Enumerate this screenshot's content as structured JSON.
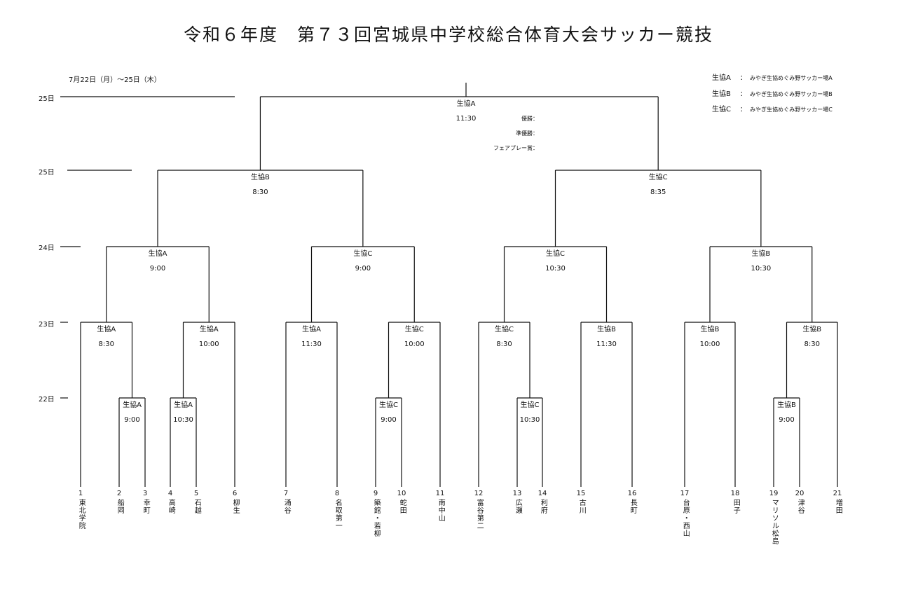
{
  "title": "令和６年度　第７３回宮城県中学校総合体育大会サッカー競技",
  "dates": "7月22日（月）～25日（木）",
  "venues": [
    {
      "code": "生協A",
      "sep": "：",
      "name": "みやぎ生協めぐみ野サッカー場A"
    },
    {
      "code": "生協B",
      "sep": "：",
      "name": "みやぎ生協めぐみ野サッカー場B"
    },
    {
      "code": "生協C",
      "sep": "：",
      "name": "みやぎ生協めぐみ野サッカー場C"
    }
  ],
  "day_labels": [
    "25日",
    "25日",
    "24日",
    "23日",
    "22日"
  ],
  "results_labels": [
    "優勝：",
    "準優勝：",
    "フェアプレー賞："
  ],
  "teams": [
    {
      "num": "1",
      "name": "東北学院"
    },
    {
      "num": "2",
      "name": "船岡"
    },
    {
      "num": "3",
      "name": "幸町"
    },
    {
      "num": "4",
      "name": "高崎"
    },
    {
      "num": "5",
      "name": "石越"
    },
    {
      "num": "6",
      "name": "柳生"
    },
    {
      "num": "7",
      "name": "涌谷"
    },
    {
      "num": "8",
      "name": "名取第一"
    },
    {
      "num": "9",
      "name": "築館・若柳"
    },
    {
      "num": "10",
      "name": "蛇田"
    },
    {
      "num": "11",
      "name": "南中山"
    },
    {
      "num": "12",
      "name": "富谷第二"
    },
    {
      "num": "13",
      "name": "広瀬"
    },
    {
      "num": "14",
      "name": "利府"
    },
    {
      "num": "15",
      "name": "古川"
    },
    {
      "num": "16",
      "name": "長町"
    },
    {
      "num": "17",
      "name": "台原・西山"
    },
    {
      "num": "18",
      "name": "田子"
    },
    {
      "num": "19",
      "name": "マリソル松島"
    },
    {
      "num": "20",
      "name": "津谷"
    },
    {
      "num": "21",
      "name": "増田"
    }
  ],
  "matches": [
    {
      "round": "22日",
      "venue": "生協A",
      "time": "9:00"
    },
    {
      "round": "22日",
      "venue": "生協A",
      "time": "10:30"
    },
    {
      "round": "22日",
      "venue": "生協C",
      "time": "9:00"
    },
    {
      "round": "22日",
      "venue": "生協C",
      "time": "10:30"
    },
    {
      "round": "22日",
      "venue": "生協B",
      "time": "9:00"
    },
    {
      "round": "23日",
      "venue": "生協A",
      "time": "8:30"
    },
    {
      "round": "23日",
      "venue": "生協A",
      "time": "10:00"
    },
    {
      "round": "23日",
      "venue": "生協A",
      "time": "11:30"
    },
    {
      "round": "23日",
      "venue": "生協C",
      "time": "10:00"
    },
    {
      "round": "23日",
      "venue": "生協C",
      "time": "8:30"
    },
    {
      "round": "23日",
      "venue": "生協B",
      "time": "11:30"
    },
    {
      "round": "23日",
      "venue": "生協B",
      "time": "10:00"
    },
    {
      "round": "23日",
      "venue": "生協B",
      "time": "8:30"
    },
    {
      "round": "24日",
      "venue": "生協A",
      "time": "9:00"
    },
    {
      "round": "24日",
      "venue": "生協C",
      "time": "9:00"
    },
    {
      "round": "24日",
      "venue": "生協C",
      "time": "10:30"
    },
    {
      "round": "24日",
      "venue": "生協B",
      "time": "10:30"
    },
    {
      "round": "25日",
      "venue": "生協B",
      "time": "8:30"
    },
    {
      "round": "25日",
      "venue": "生協C",
      "time": "8:35"
    },
    {
      "round": "25日",
      "venue": "生協A",
      "time": "11:30"
    }
  ]
}
